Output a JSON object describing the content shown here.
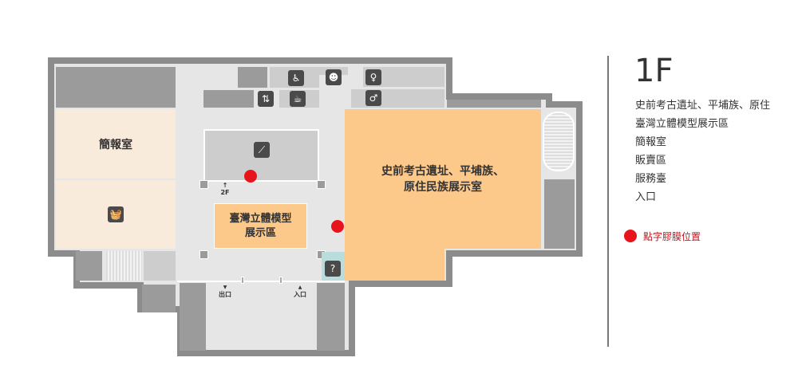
{
  "floor": "1F",
  "rooms": {
    "briefing": "簡報室",
    "exhibition_line1": "史前考古遺址、平埔族、",
    "exhibition_line2": "原住民族展示室",
    "model_line1": "臺灣立體模型",
    "model_line2": "展示區"
  },
  "labels": {
    "upstairs": "2F",
    "up_arrow": "↑",
    "exit": "出口",
    "entrance": "入口",
    "exit_arrow": "▼",
    "entrance_arrow": "▲"
  },
  "legend": {
    "items": [
      "史前考古遺址、平埔族、原住民族展示室",
      "臺灣立體模型展示區",
      "簡報室",
      "販賣區",
      "服務臺",
      "入口"
    ],
    "marker": "點字膠膜位置"
  },
  "icons": [
    "wheelchair-icon",
    "family-restroom-icon",
    "female-restroom-icon",
    "male-restroom-icon",
    "elevator-icon",
    "cafe-icon",
    "escalator-icon",
    "shop-basket-icon",
    "info-help-icon"
  ],
  "colors": {
    "exhibit": "#fdc98a",
    "briefing": "#f9ebdc",
    "service": "#b9dcdc",
    "marker": "#e8141c",
    "wall": "#8c8c8c"
  }
}
